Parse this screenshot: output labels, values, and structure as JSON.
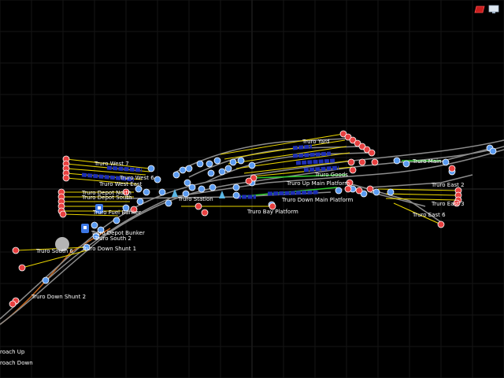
{
  "colors": {
    "background": "#000000",
    "grid": "#1a1a1a",
    "track": "#8c8c8c",
    "siding": "#e6d200",
    "platform_track": "#2ec82e",
    "approach_track": "#c0641e",
    "node_blue": "#5b9bf0",
    "node_red": "#e84040",
    "train_blue": "#1e2fb4",
    "label": "#ffffff"
  },
  "toolbar": {
    "icons": [
      "layer-icon",
      "monitor-icon"
    ]
  },
  "labels": {
    "west7": "Truro West 7",
    "west_east": "Truro West East",
    "west6": "Truro West 6",
    "depot_north": "Truro Depot North",
    "depot_south": "Truro Depot South",
    "fuel_bunker": "Truro Fuel Bunker",
    "depot_bunker": "Truro Depot Bunker",
    "south2": "Truro South 2",
    "south6": "Truro South 6",
    "down_shunt1": "Truro Down Shunt 1",
    "down_shunt2": "Truro Down Shunt 2",
    "station": "Truro Station",
    "bay": "Truro Bay Platform",
    "up_main": "Truro Up Main Platform",
    "down_main": "Truro Down Main Platform",
    "yard": "Truro Yard",
    "goods": "Truro Goods",
    "east2": "Truro East 2",
    "east3": "Truro East 3",
    "east6": "Truro East 6",
    "main": "Truro Main",
    "approach_up": "roach Up",
    "approach_down": "roach Down"
  }
}
